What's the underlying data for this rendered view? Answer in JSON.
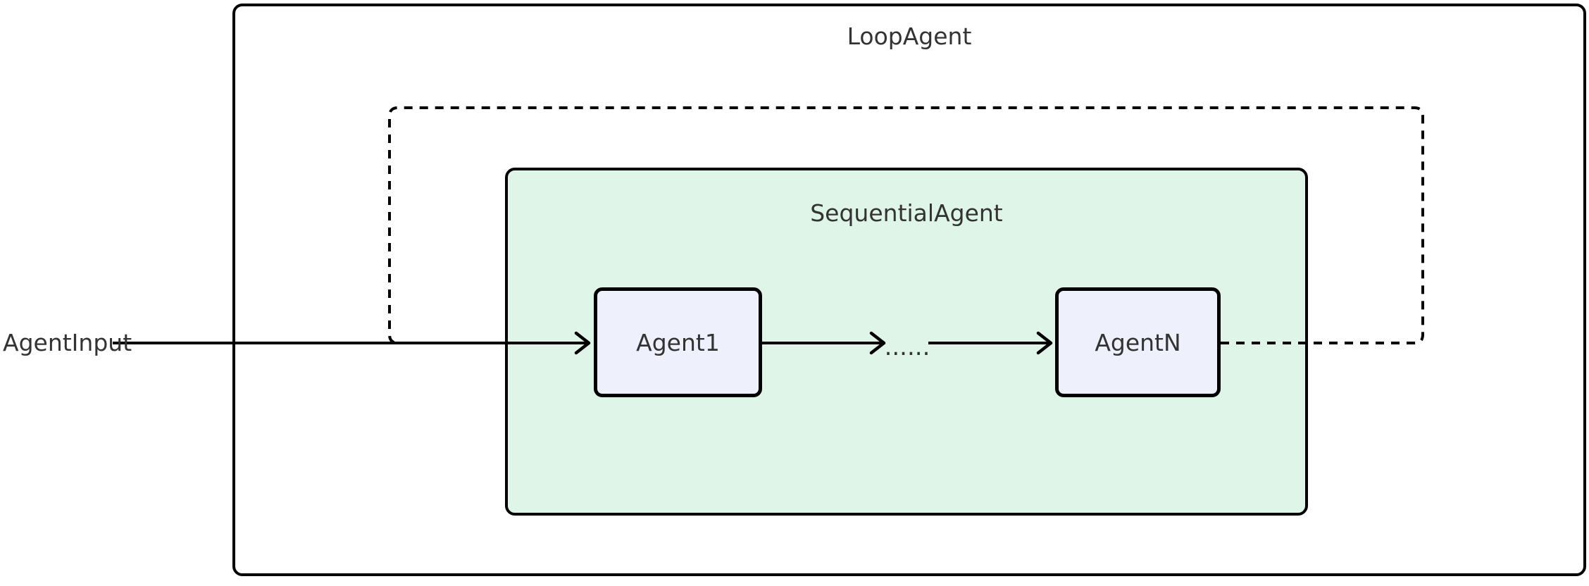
{
  "diagram": {
    "type": "flowchart",
    "loop_agent": {
      "label": "LoopAgent"
    },
    "sequential_agent": {
      "label": "SequentialAgent"
    },
    "nodes": [
      {
        "id": "agent1",
        "label": "Agent1"
      },
      {
        "id": "agentN",
        "label": "AgentN"
      }
    ],
    "input_label": "AgentInput",
    "ellipsis_label": "......",
    "edges": [
      {
        "from": "AgentInput",
        "to": "Agent1",
        "style": "solid",
        "arrow": true
      },
      {
        "from": "Agent1",
        "to": "ellipsis",
        "style": "solid",
        "arrow": true
      },
      {
        "from": "ellipsis",
        "to": "AgentN",
        "style": "solid",
        "arrow": true
      },
      {
        "from": "AgentN",
        "to": "Agent1",
        "style": "dashed-loopback",
        "arrow": false
      }
    ],
    "colors": {
      "background": "#ffffff",
      "line": "#000000",
      "text": "#333333",
      "sequential_agent_fill": "#def5e7",
      "node_fill": "#eef1fb",
      "border": "#000000"
    }
  }
}
